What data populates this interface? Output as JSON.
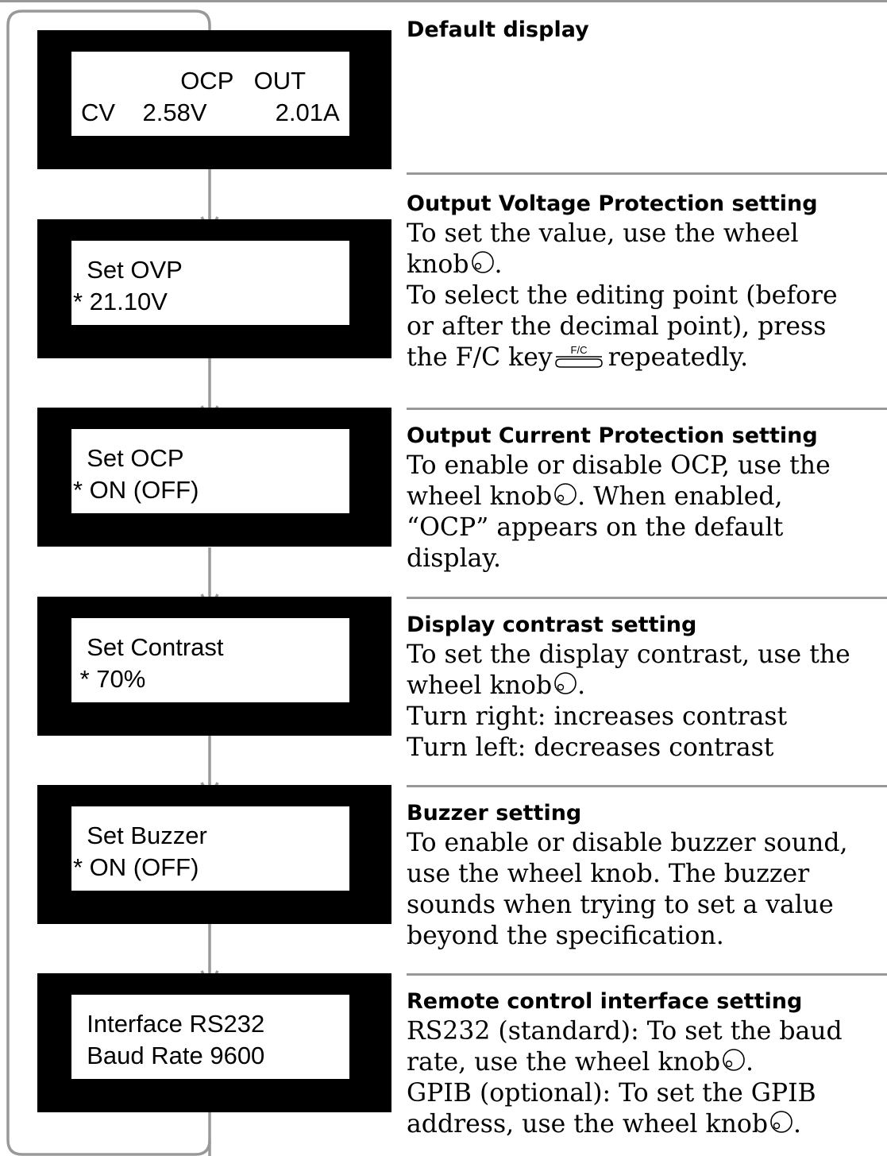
{
  "page": {
    "top_rule_color": "#999999",
    "flow_arrow_color": "#999999",
    "lcd_bezel_color": "#000000"
  },
  "displays": [
    {
      "line1": "               OCP   OUT",
      "line2": "CV    2.58V          2.01A"
    },
    {
      "line1": "  Set OVP",
      "line2": "* 21.10V"
    },
    {
      "line1": "  Set OCP",
      "line2": "* ON (OFF)"
    },
    {
      "line1": "  Set Contrast",
      "line2": " * 70%"
    },
    {
      "line1": "  Set Buzzer",
      "line2": "* ON (OFF)"
    },
    {
      "line1": "  Interface RS232",
      "line2": "  Baud Rate 9600"
    }
  ],
  "sections": [
    {
      "title": "Default display"
    },
    {
      "title": "Output Voltage Protection setting",
      "l1": "To set the value, use the wheel",
      "l2": "knob",
      "l2_end": ".",
      "l3": "To select the editing point (before",
      "l4": "or after the decimal point), press",
      "l5": "the F/C key",
      "l5_end": "repeatedly.",
      "key_label": "F/C"
    },
    {
      "title": "Output Current Protection setting",
      "l1": "To enable or disable OCP, use the",
      "l2": "wheel knob",
      "l2_end": ". When enabled,",
      "l3": "“OCP” appears on the default",
      "l4": "display."
    },
    {
      "title": "Display contrast setting",
      "l1": "To set the display contrast, use the",
      "l2": "wheel knob",
      "l2_end": ".",
      "l3": "Turn right: increases contrast",
      "l4": "Turn left: decreases contrast"
    },
    {
      "title": "Buzzer setting",
      "l1": "To enable or disable buzzer sound,",
      "l2": "use the wheel knob. The buzzer",
      "l3": "sounds when trying to set a value",
      "l4": "beyond the specification."
    },
    {
      "title": "Remote control interface setting",
      "l1": "RS232 (standard): To set the baud",
      "l2": "rate, use the wheel knob",
      "l2_end": ".",
      "l3": "GPIB (optional): To set the GPIB",
      "l4": "address, use the wheel knob",
      "l4_end": "."
    }
  ]
}
